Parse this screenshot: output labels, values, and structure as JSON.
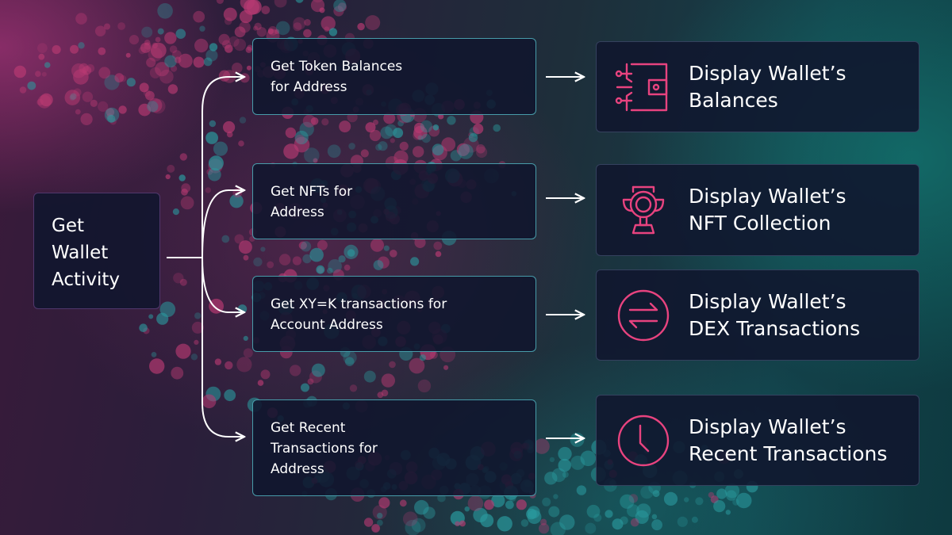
{
  "root": {
    "lines": [
      "Get",
      "Wallet",
      "Activity"
    ]
  },
  "steps": [
    {
      "lines": [
        "Get Token Balances",
        "for Address"
      ]
    },
    {
      "lines": [
        "Get NFTs for",
        "Address"
      ]
    },
    {
      "lines": [
        "Get XY=K transactions for",
        "Account Address"
      ]
    },
    {
      "lines": [
        "Get Recent",
        "Transactions for",
        "Address"
      ]
    }
  ],
  "outputs": [
    {
      "lines": [
        "Display Wallet’s",
        "Balances"
      ],
      "icon": "wallet-circuit-icon"
    },
    {
      "lines": [
        "Display Wallet’s",
        "NFT Collection"
      ],
      "icon": "trophy-icon"
    },
    {
      "lines": [
        "Display Wallet’s",
        "DEX Transactions"
      ],
      "icon": "swap-arrows-icon"
    },
    {
      "lines": [
        "Display Wallet’s",
        "Recent Transactions"
      ],
      "icon": "clock-icon"
    }
  ],
  "colors": {
    "accent": "#e8437f",
    "step_border": "#5ac8d2",
    "arrow": "#ffffff"
  }
}
